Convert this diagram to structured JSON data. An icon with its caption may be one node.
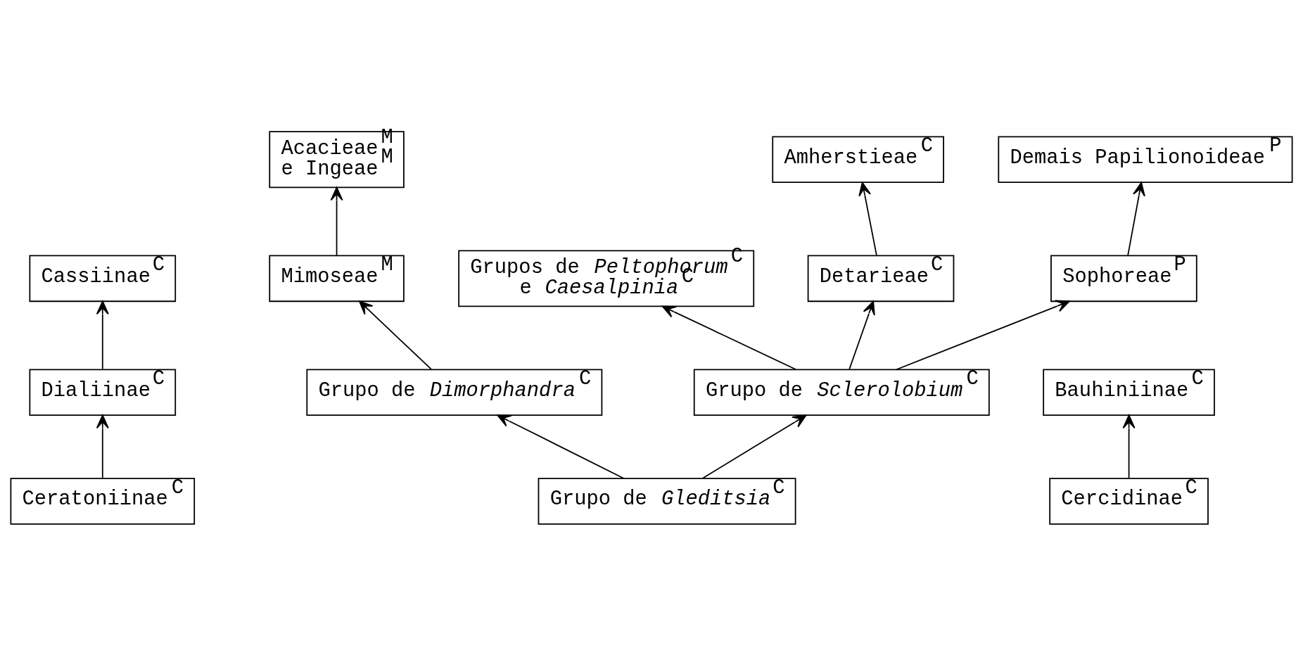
{
  "diagram": {
    "nodes": [
      {
        "text": [
          "Cassiinae$^{C}$"
        ]
      },
      {
        "text": [
          "Acacieae$^{M}$ e Ingeae$^{M}$"
        ]
      },
      {
        "text": [
          "Amherstieae$^{C}$"
        ]
      },
      {
        "text": [
          "Grupos de *Peltophorum*$^{C}$ e *Caesalpinia*$^{C}$"
        ]
      },
      {
        "text": [
          "Demais Papilionoideae$^{P}$"
        ]
      },
      {
        "text": [
          "Dialiinae$^{C}$"
        ]
      },
      {
        "text": [
          "Mimoseae$^{M}$"
        ]
      },
      {
        "text": [
          "Detarieae$^{C}$"
        ]
      },
      {
        "text": [
          "Sophoreae$^{P}$"
        ]
      },
      {
        "text": [
          "Bauhiniinae$^{C}$"
        ]
      },
      {
        "text": [
          "Grupo de *Dimorphandra*$^{C}$"
        ]
      },
      {
        "text": [
          "Grupo de *Sclerolobium*$^{C}$"
        ]
      },
      {
        "text": [
          "Ceratoniinae$^{C}$"
        ]
      },
      {
        "text": [
          "Grupo de *Gleditsia*$^{C}$"
        ]
      },
      {
        "text": [
          "Cercidinae$^{C}$"
        ]
      }
    ],
    "edges": [
      {
        "from": 5,
        "to": 0,
        "arrow": "to"
      },
      {
        "from": 6,
        "to": 1,
        "arrow": "to"
      },
      {
        "from": 7,
        "to": 2,
        "arrow": "to"
      },
      {
        "from": 11,
        "to": 3,
        "arrow": "to"
      },
      {
        "from": 8,
        "to": 4,
        "arrow": "to"
      },
      {
        "from": 12,
        "to": 5,
        "arrow": "to"
      },
      {
        "from": 10,
        "to": 6,
        "arrow": "to"
      },
      {
        "from": 11,
        "to": 7,
        "arrow": "to"
      },
      {
        "from": 11,
        "to": 8,
        "arrow": "to"
      },
      {
        "from": 14,
        "to": 9,
        "arrow": "to"
      },
      {
        "from": 13,
        "to": 10,
        "arrow": "to"
      },
      {
        "from": 13,
        "to": 11,
        "arrow": "to"
      }
    ]
  }
}
